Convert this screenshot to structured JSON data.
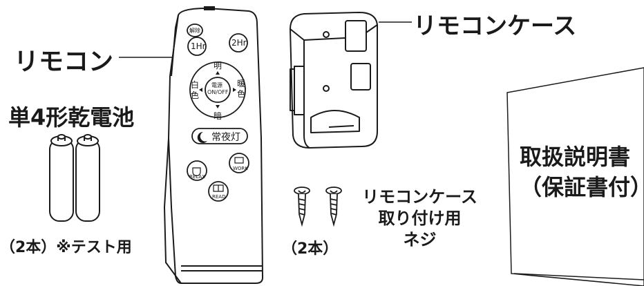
{
  "labels": {
    "remote": "リモコン",
    "battery": "単4形乾電池",
    "battery_qty": "（2本）※テスト用",
    "case": "リモコンケース",
    "screw_title_1": "リモコンケース",
    "screw_title_2": "取り付け用",
    "screw_title_3": "ネジ",
    "screw_qty": "（2本）",
    "manual_1": "取扱説明書",
    "manual_2": "（保証書付）"
  },
  "remote_buttons": {
    "release": "解除",
    "timer1": "1Hr",
    "timer2": "2Hr",
    "bright": "明",
    "dark": "暗",
    "white_1": "白",
    "white_2": "色",
    "warm_1": "暖",
    "warm_2": "色",
    "power_1": "電源",
    "power_2": "ON/OFF",
    "night": "常夜灯",
    "relax": "RELAX",
    "work": "WORK",
    "read": "READ"
  }
}
